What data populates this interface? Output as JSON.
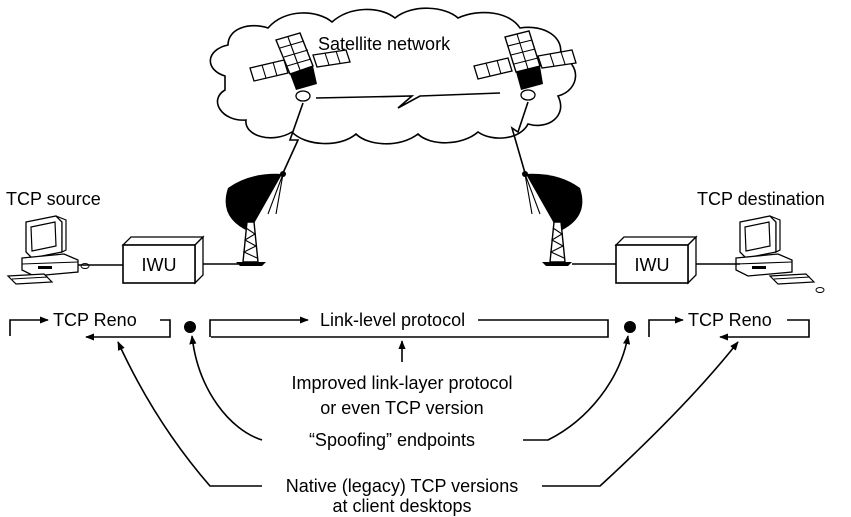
{
  "cloud": {
    "label": "Satellite network"
  },
  "left_host": {
    "label": "TCP source"
  },
  "right_host": {
    "label": "TCP destination"
  },
  "iwu_left": {
    "label": "IWU"
  },
  "iwu_right": {
    "label": "IWU"
  },
  "protocols": {
    "left": "TCP Reno",
    "middle": "Link-level protocol",
    "right": "TCP Reno"
  },
  "annotations": {
    "improved_line1": "Improved link-layer protocol",
    "improved_line2": "or even TCP version",
    "spoofing": "“Spoofing” endpoints",
    "native_line1": "Native (legacy) TCP versions",
    "native_line2": "at client desktops"
  }
}
